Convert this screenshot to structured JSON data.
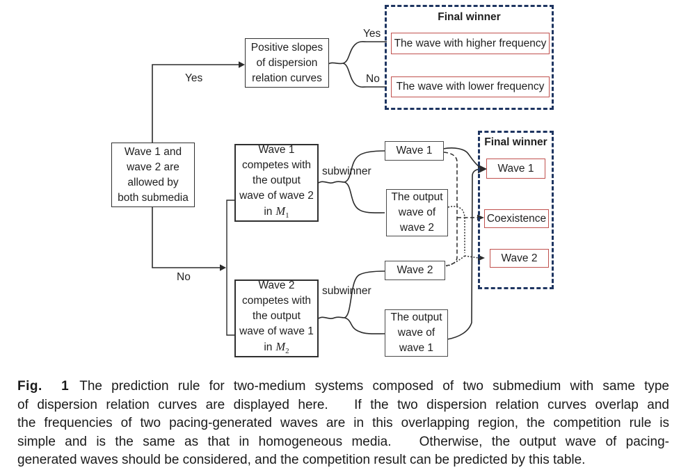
{
  "colors": {
    "text": "#1f1f1f",
    "line": "#2b2b2b",
    "box_border": "#4a4a4a",
    "strong_border": "#2f2f2f",
    "accent_red": "#c0504d",
    "navy": "#1e3561"
  },
  "diagram": {
    "root_box": "Wave 1 and\nwave 2 are\nallowed by\nboth submedia",
    "branch_yes": "Yes",
    "branch_no": "No",
    "slopes_box": "Positive slopes\nof dispersion\nrelation curves",
    "slopes_yes": "Yes",
    "slopes_no": "No",
    "final_winner_top": {
      "title": "Final winner",
      "higher": "The wave with higher frequency",
      "lower": "The wave with lower frequency"
    },
    "competes1": {
      "lines": "Wave 1\ncompetes with\nthe output\nwave of wave 2",
      "in_word": "in",
      "medium_var": "M",
      "medium_sub": "1"
    },
    "competes2": {
      "lines": "Wave 2\ncompetes with\nthe output\nwave of wave 1",
      "in_word": "in",
      "medium_var": "M",
      "medium_sub": "2"
    },
    "subwinner1": "subwinner",
    "subwinner2": "subwinner",
    "wave1_box": "Wave 1",
    "output2_box": "The output\nwave of\nwave 2",
    "wave2_box": "Wave 2",
    "output1_box": "The output\nwave of\nwave 1",
    "final_winner_bottom": {
      "title": "Final winner",
      "wave1": "Wave 1",
      "coexistence": "Coexistence",
      "wave2": "Wave 2"
    }
  },
  "caption": {
    "fig_label": "Fig.  1",
    "lines": [
      "The prediction rule for two-medium systems composed of two submedium with same type",
      "of dispersion relation curves are displayed here.   If the two dispersion relation curves overlap and",
      "the frequencies of two pacing-generated waves are in this overlapping region, the competition rule is",
      "simple and is the same as that in homogeneous media.   Otherwise, the output wave of pacing-",
      "generated waves should be considered, and the competition result can be predicted by this table."
    ]
  }
}
